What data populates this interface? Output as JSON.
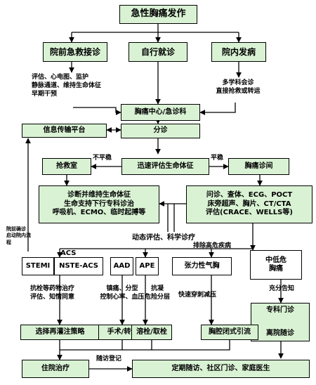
{
  "title": "急性胸痛发作",
  "branches": {
    "prehospital": "院前急救接诊",
    "self": "自行就诊",
    "inhospital": "院内发病"
  },
  "notes": {
    "prehospital_actions": "评估、心电图、监护\n静脉通道、维持生命体征\n早期干预",
    "inhospital_actions": "多学科会诊\n直接抢救或转运",
    "prehospital_activation": "院前确诊\n启动院内流程",
    "unstable": "不平稳",
    "stable": "平稳",
    "dynamic": "动态评估、科学诊疗",
    "exclude": "排除高危疾病",
    "acs": "ACS",
    "acs_actions": "抗栓等药物治疗\n评估、知情同意",
    "aad_actions": "镇痛、分型\n控制心率、血压",
    "ape_actions": "抗凝\n危险分层",
    "pneumo_actions": "快速穿刺减压",
    "inform": "充分告知",
    "follow_register": "随访登记"
  },
  "boxes": {
    "chest_center": "胸痛中心/急诊科",
    "info_platform": "信息传输平台",
    "triage": "分诊",
    "rescue_room": "抢救室",
    "rapid_assess": "迅速评估生命体征",
    "chest_clinic": "胸痛诊间",
    "diagnose_support": "诊断并维持生命体征\n生命支持下行专科诊治\n呼吸机、ECMO、临时起搏等",
    "exam": "问诊、查体、ECG、POCT\n床旁超声、胸片、CT/CTA\n评估(CRACE、WELLS等)",
    "stemi": "STEMI",
    "nste": "NSTE-ACS",
    "aad": "AAD",
    "ape": "APE",
    "pneumothorax": "张力性气胸",
    "lowrisk": "中低危\n胸痛",
    "reperfusion": "选择再灌注策略",
    "surgery": "手术/转运",
    "thrombolysis": "溶栓/取栓",
    "drainage": "胸腔闭式引流",
    "specialist": "专科门诊",
    "discharge": "离院随诊",
    "hospitalize": "住院治疗",
    "followup": "定期随访、社区门诊、家庭医生"
  },
  "colors": {
    "box_fill": "#d9f2d4",
    "line": "#000000"
  }
}
